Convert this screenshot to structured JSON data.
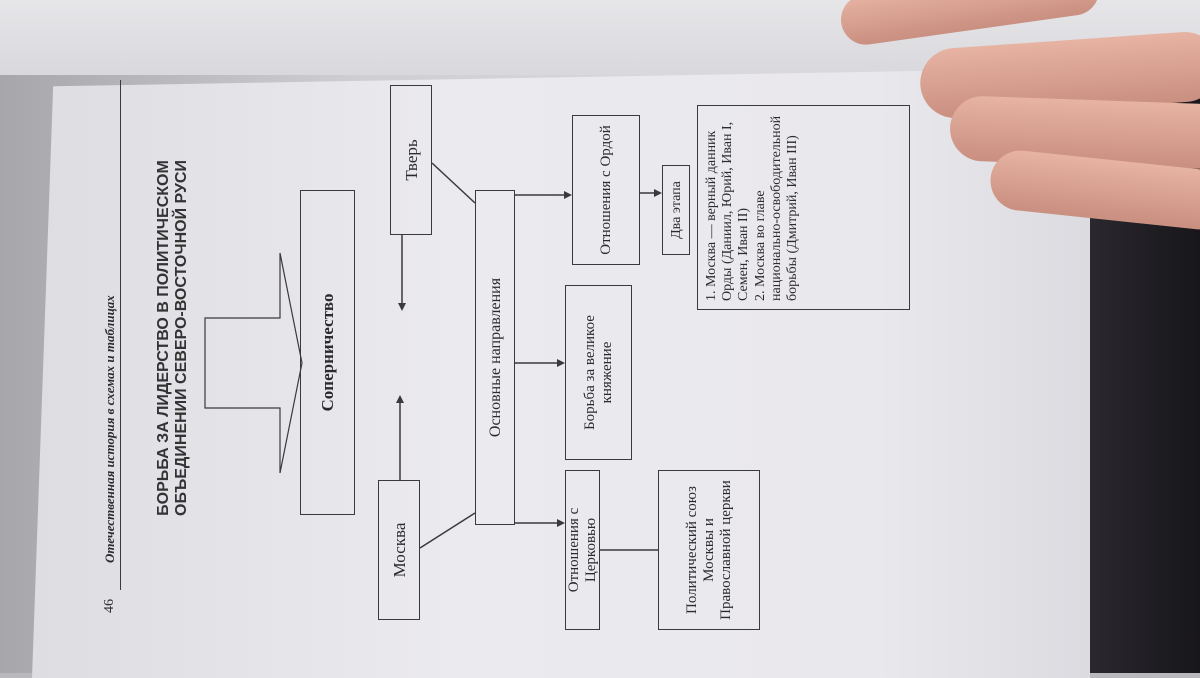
{
  "book": {
    "page_number": "46",
    "running_head": "Отечественная история в схемах и таблицах",
    "title_line1": "БОРЬБА ЗА ЛИДЕРСТВО В ПОЛИТИЧЕСКОМ",
    "title_line2": "ОБЪЕДИНЕНИИ СЕВЕРО-ВОСТОЧНОЙ РУСИ"
  },
  "diagram": {
    "rivalry": "Соперничество",
    "moscow": "Москва",
    "tver": "Тверь",
    "main_directions": "Основные направления",
    "church_relations": "Отношения с Церковью",
    "grand_principality": "Борьба за великое княжение",
    "horde_relations": "Отношения с Ордой",
    "political_union": "Политический союз Москвы и Православной церкви",
    "two_stages": "Два этапа",
    "stages": [
      "1. Москва — верный данник Орды (Даниил, Юрий, Иван I, Семен, Иван II)",
      "2. Москва во главе национально-освободительной борьбы (Дмитрий, Иван III)"
    ]
  }
}
